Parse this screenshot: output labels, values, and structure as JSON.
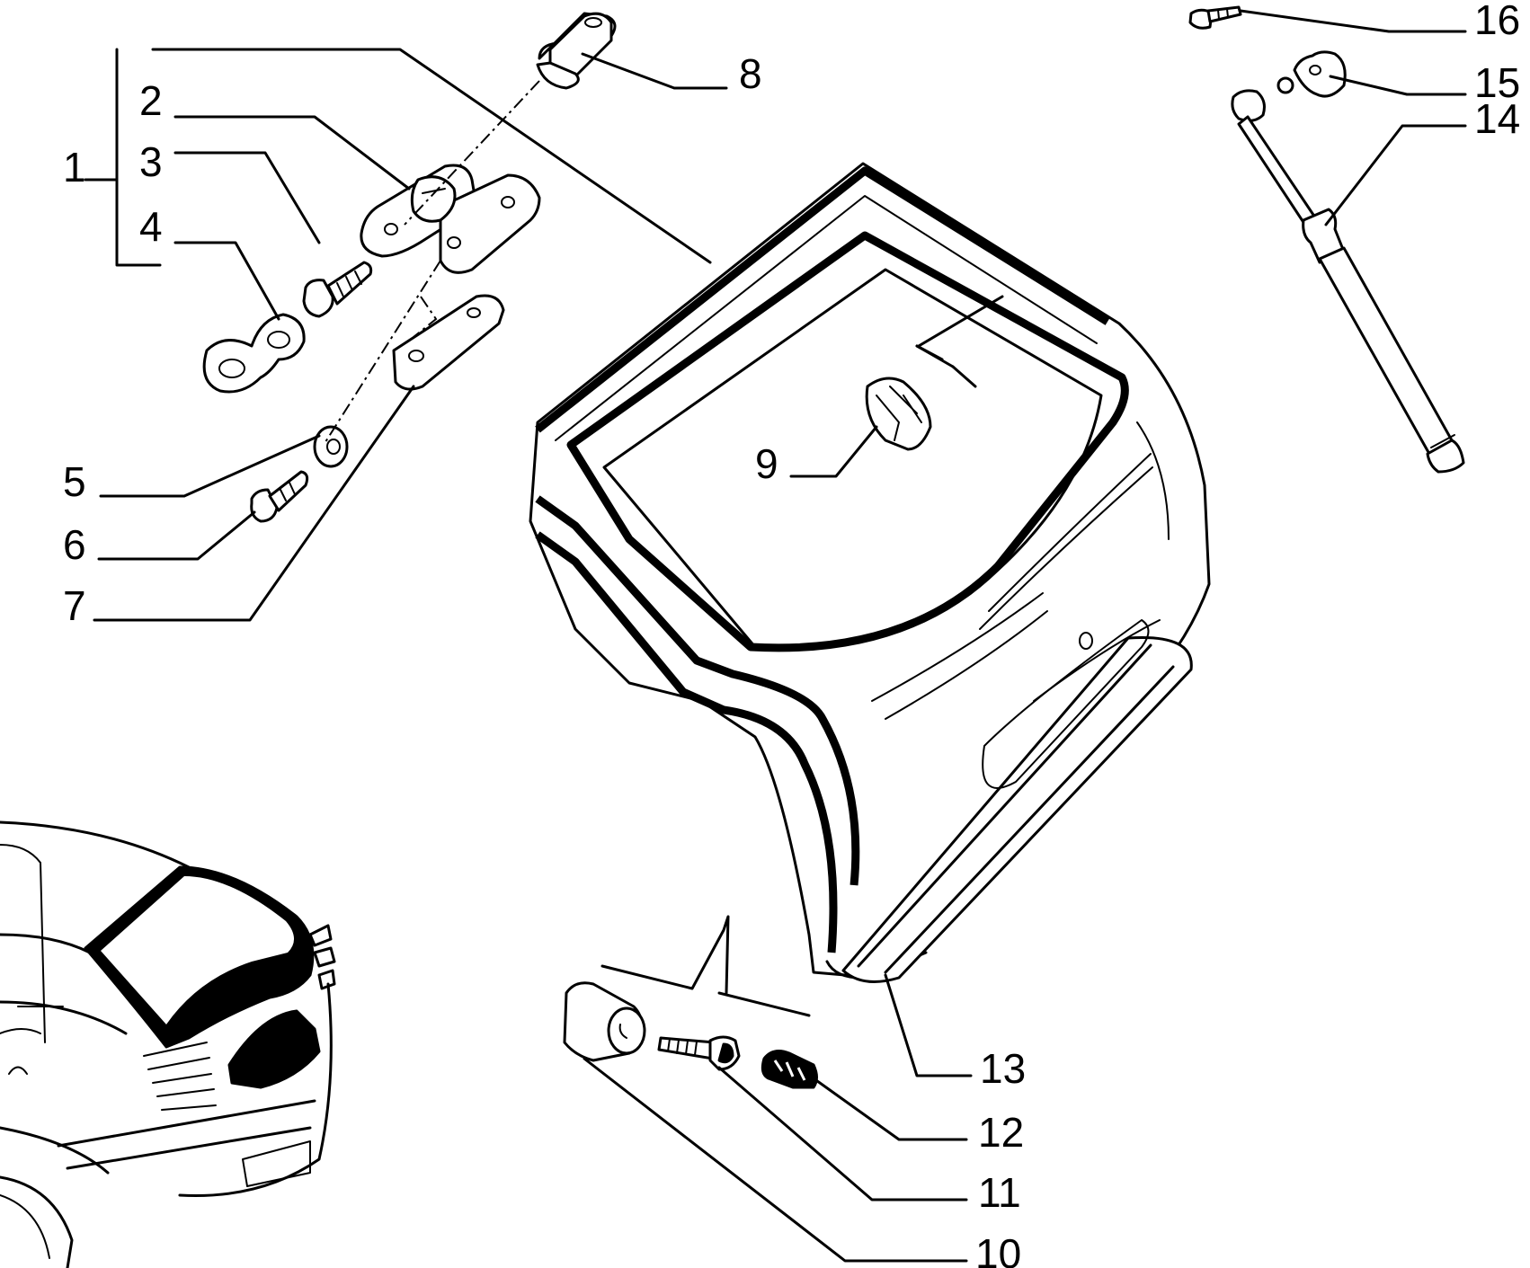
{
  "diagram": {
    "callouts": [
      {
        "id": "1",
        "label": "1"
      },
      {
        "id": "2",
        "label": "2"
      },
      {
        "id": "3",
        "label": "3"
      },
      {
        "id": "4",
        "label": "4"
      },
      {
        "id": "5",
        "label": "5"
      },
      {
        "id": "6",
        "label": "6"
      },
      {
        "id": "7",
        "label": "7"
      },
      {
        "id": "8",
        "label": "8"
      },
      {
        "id": "9",
        "label": "9"
      },
      {
        "id": "10",
        "label": "10"
      },
      {
        "id": "11",
        "label": "11"
      },
      {
        "id": "12",
        "label": "12"
      },
      {
        "id": "13",
        "label": "13"
      },
      {
        "id": "14",
        "label": "14"
      },
      {
        "id": "15",
        "label": "15"
      },
      {
        "id": "16",
        "label": "16"
      }
    ],
    "colors": {
      "line": "#000000",
      "background": "#ffffff"
    }
  }
}
